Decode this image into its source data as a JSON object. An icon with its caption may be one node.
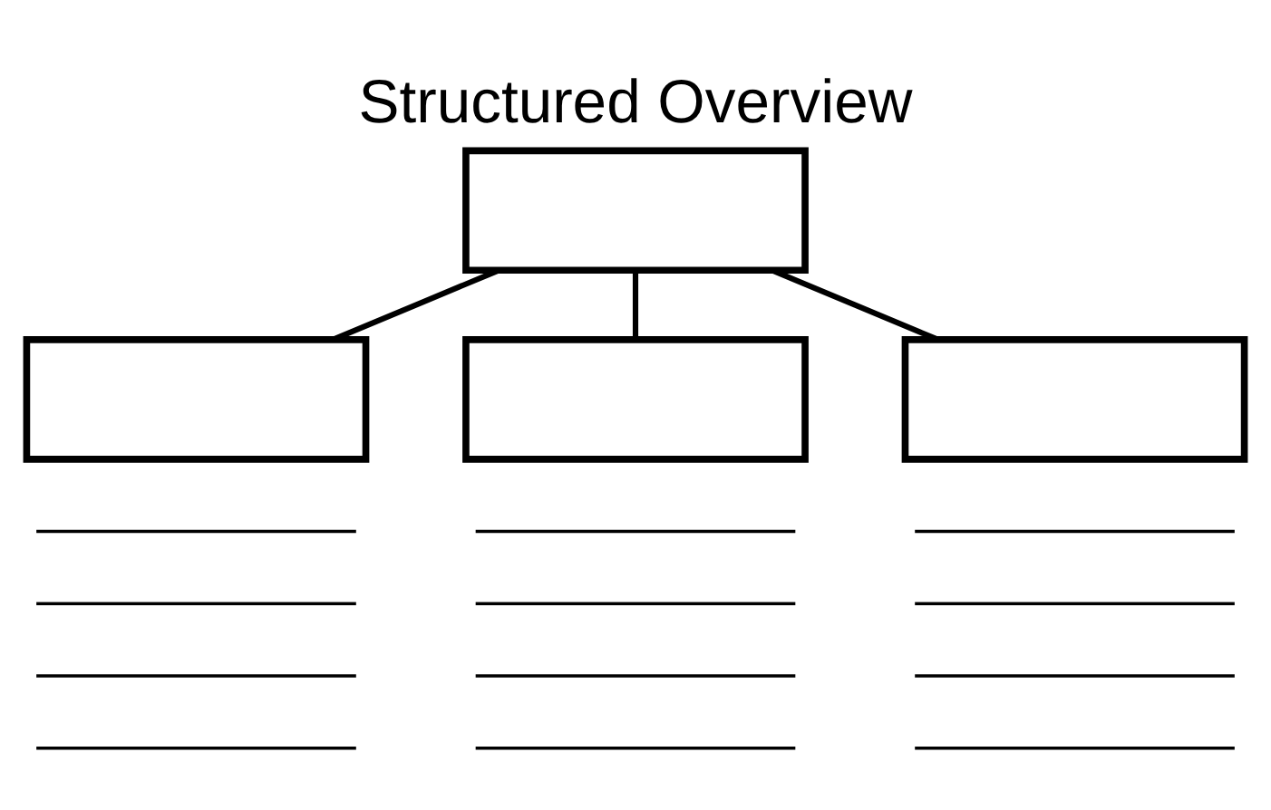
{
  "diagram": {
    "title": "Structured Overview",
    "nodes": [
      {
        "text": [],
        "shape": "box"
      },
      {
        "text": [],
        "shape": "box"
      },
      {
        "text": [],
        "shape": "box"
      },
      {
        "text": [],
        "shape": "box"
      },
      {
        "text": [],
        "shape": "line"
      },
      {
        "text": [],
        "shape": "line"
      },
      {
        "text": [],
        "shape": "line"
      },
      {
        "text": [],
        "shape": "line"
      },
      {
        "text": [],
        "shape": "line"
      },
      {
        "text": [],
        "shape": "line"
      },
      {
        "text": [],
        "shape": "line"
      },
      {
        "text": [],
        "shape": "line"
      },
      {
        "text": [],
        "shape": "line"
      },
      {
        "text": [],
        "shape": "line"
      },
      {
        "text": [],
        "shape": "line"
      },
      {
        "text": [],
        "shape": "line"
      }
    ],
    "edges": [
      {
        "from": 0,
        "to": 1,
        "arrow": "none"
      },
      {
        "from": 0,
        "to": 2,
        "arrow": "none"
      },
      {
        "from": 0,
        "to": 3,
        "arrow": "none"
      }
    ]
  }
}
